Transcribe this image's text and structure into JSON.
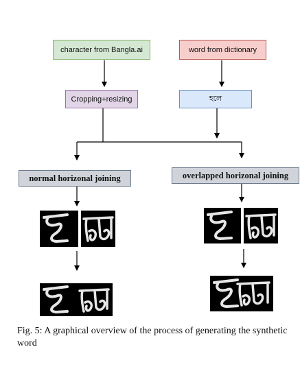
{
  "diagram": {
    "source_char_box": "character from Bangla.ai",
    "source_word_box": "word from dictionary",
    "crop_box": "Cropping+resizing",
    "word_box": "হলে",
    "normal_joining_label": "normal horizonal joining",
    "overlapped_joining_label": "overlapped horizonal joining"
  },
  "caption": "Fig. 5: A graphical overview of the process of generating the synthetic word",
  "colors": {
    "green_fill": "#d5e8d4",
    "red_fill": "#f8cecc",
    "purple_fill": "#e1d5e7",
    "blue_fill": "#dae8fc",
    "gray_fill": "#d0d4da"
  }
}
